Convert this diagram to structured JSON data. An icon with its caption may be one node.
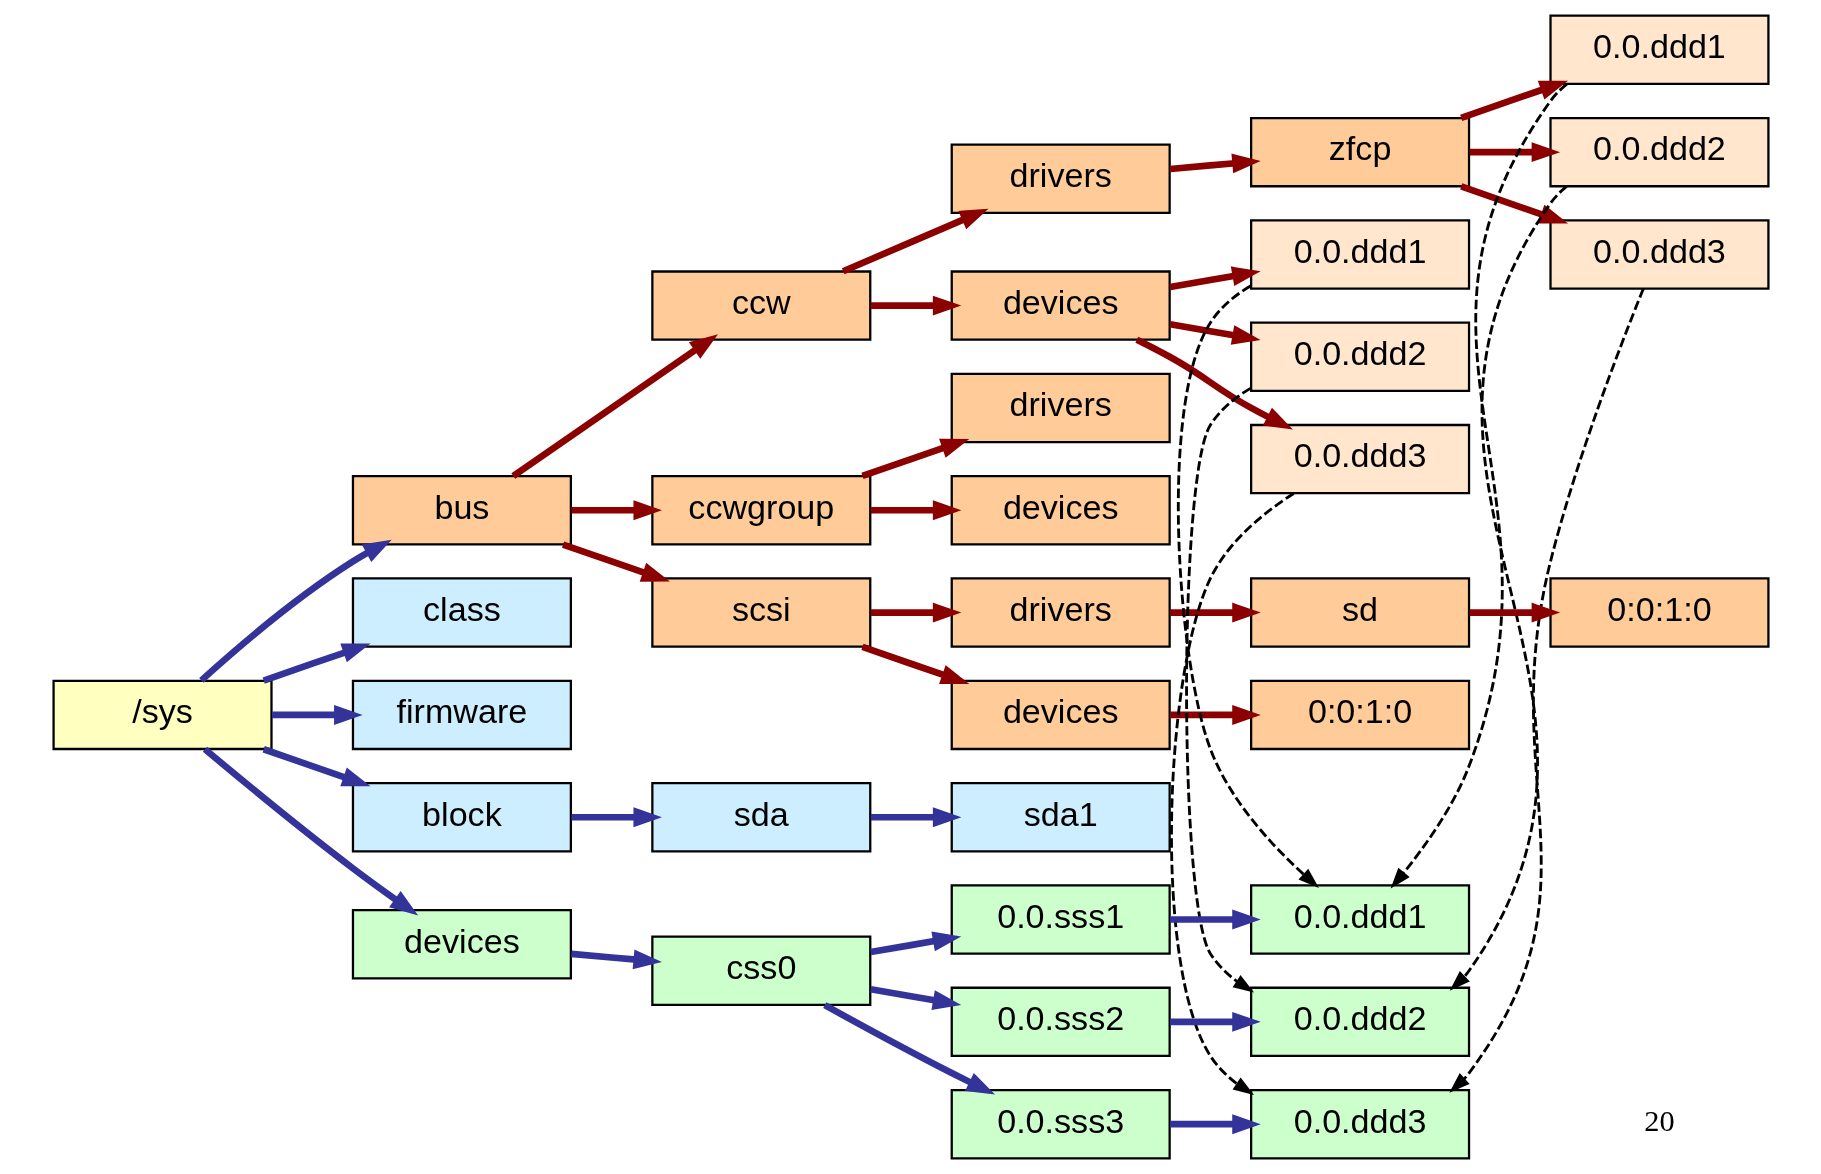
{
  "diagram": {
    "nodes": [
      {
        "text": [
          "/sys"
        ]
      },
      {
        "text": [
          "bus"
        ]
      },
      {
        "text": [
          "class"
        ]
      },
      {
        "text": [
          "firmware"
        ]
      },
      {
        "text": [
          "block"
        ]
      },
      {
        "text": [
          "devices"
        ]
      },
      {
        "text": [
          "ccw"
        ]
      },
      {
        "text": [
          "ccwgroup"
        ]
      },
      {
        "text": [
          "scsi"
        ]
      },
      {
        "text": [
          "drivers"
        ]
      },
      {
        "text": [
          "devices"
        ]
      },
      {
        "text": [
          "drivers"
        ]
      },
      {
        "text": [
          "devices"
        ]
      },
      {
        "text": [
          "drivers"
        ]
      },
      {
        "text": [
          "devices"
        ]
      },
      {
        "text": [
          "zfcp"
        ]
      },
      {
        "text": [
          "0.0.ddd1"
        ]
      },
      {
        "text": [
          "0.0.ddd2"
        ]
      },
      {
        "text": [
          "0.0.ddd3"
        ]
      },
      {
        "text": [
          "0.0.ddd1"
        ]
      },
      {
        "text": [
          "0.0.ddd2"
        ]
      },
      {
        "text": [
          "0.0.ddd3"
        ]
      },
      {
        "text": [
          "sd"
        ]
      },
      {
        "text": [
          "0:0:1:0"
        ]
      },
      {
        "text": [
          "0:0:1:0"
        ]
      },
      {
        "text": [
          "sda"
        ]
      },
      {
        "text": [
          "sda1"
        ]
      },
      {
        "text": [
          "css0"
        ]
      },
      {
        "text": [
          "0.0.sss1"
        ]
      },
      {
        "text": [
          "0.0.sss2"
        ]
      },
      {
        "text": [
          "0.0.sss3"
        ]
      },
      {
        "text": [
          "0.0.ddd1"
        ]
      },
      {
        "text": [
          "0.0.ddd2"
        ]
      },
      {
        "text": [
          "0.0.ddd3"
        ]
      }
    ],
    "edges": [
      {
        "from": 0,
        "to": 1,
        "arrow": "to",
        "color": "#333399"
      },
      {
        "from": 0,
        "to": 2,
        "arrow": "to",
        "color": "#333399"
      },
      {
        "from": 0,
        "to": 3,
        "arrow": "to",
        "color": "#333399"
      },
      {
        "from": 0,
        "to": 4,
        "arrow": "to",
        "color": "#333399"
      },
      {
        "from": 0,
        "to": 5,
        "arrow": "to",
        "color": "#333399"
      },
      {
        "from": 1,
        "to": 6,
        "arrow": "to"
      },
      {
        "from": 1,
        "to": 7,
        "arrow": "to"
      },
      {
        "from": 1,
        "to": 8,
        "arrow": "to"
      },
      {
        "from": 6,
        "to": 9,
        "arrow": "to"
      },
      {
        "from": 6,
        "to": 10,
        "arrow": "to"
      },
      {
        "from": 7,
        "to": 11,
        "arrow": "to"
      },
      {
        "from": 7,
        "to": 12,
        "arrow": "to"
      },
      {
        "from": 8,
        "to": 13,
        "arrow": "to"
      },
      {
        "from": 8,
        "to": 14,
        "arrow": "to"
      },
      {
        "from": 9,
        "to": 15,
        "arrow": "to"
      },
      {
        "from": 15,
        "to": 16,
        "arrow": "to"
      },
      {
        "from": 15,
        "to": 17,
        "arrow": "to"
      },
      {
        "from": 15,
        "to": 18,
        "arrow": "to"
      },
      {
        "from": 10,
        "to": 19,
        "arrow": "to"
      },
      {
        "from": 10,
        "to": 20,
        "arrow": "to"
      },
      {
        "from": 10,
        "to": 21,
        "arrow": "to"
      },
      {
        "from": 13,
        "to": 22,
        "arrow": "to"
      },
      {
        "from": 22,
        "to": 23,
        "arrow": "to"
      },
      {
        "from": 14,
        "to": 24,
        "arrow": "to"
      },
      {
        "from": 4,
        "to": 25,
        "arrow": "to",
        "color": "#333399"
      },
      {
        "from": 25,
        "to": 26,
        "arrow": "to",
        "color": "#333399"
      },
      {
        "from": 5,
        "to": 27,
        "arrow": "to",
        "color": "#333399"
      },
      {
        "from": 27,
        "to": 28,
        "arrow": "to",
        "color": "#333399"
      },
      {
        "from": 27,
        "to": 29,
        "arrow": "to",
        "color": "#333399"
      },
      {
        "from": 27,
        "to": 30,
        "arrow": "to",
        "color": "#333399"
      },
      {
        "from": 28,
        "to": 31,
        "arrow": "to",
        "color": "#333399"
      },
      {
        "from": 29,
        "to": 32,
        "arrow": "to",
        "color": "#333399"
      },
      {
        "from": 30,
        "to": 33,
        "arrow": "to",
        "color": "#333399"
      },
      {
        "from": 19,
        "to": 31,
        "arrow": "to",
        "style": "dashed",
        "color": "#000000"
      },
      {
        "from": 20,
        "to": 32,
        "arrow": "to",
        "style": "dashed",
        "color": "#000000"
      },
      {
        "from": 21,
        "to": 33,
        "arrow": "to",
        "style": "dashed",
        "color": "#000000"
      },
      {
        "from": 16,
        "to": 31,
        "arrow": "to",
        "style": "dashed",
        "color": "#000000"
      },
      {
        "from": 17,
        "to": 32,
        "arrow": "to",
        "style": "dashed",
        "color": "#000000"
      },
      {
        "from": 18,
        "to": 33,
        "arrow": "to",
        "style": "dashed",
        "color": "#000000"
      }
    ],
    "labels": [
      "20"
    ]
  }
}
